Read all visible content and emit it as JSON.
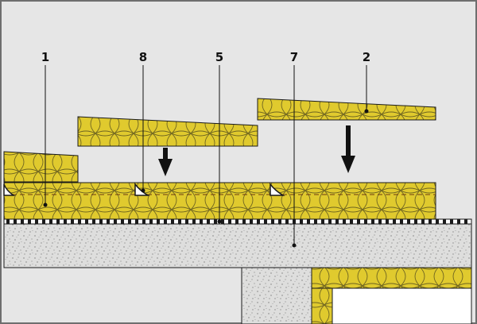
{
  "labels": {
    "l1": "1",
    "l8": "8",
    "l5": "5",
    "l7": "7",
    "l2": "2"
  },
  "colors": {
    "background": "#e6e6e6",
    "insulation": "#e0ca2e",
    "insulation_pattern": "#6e6420",
    "concrete": "#dededd",
    "outline": "#1a1a1a",
    "frame": "#6e6e6e"
  }
}
